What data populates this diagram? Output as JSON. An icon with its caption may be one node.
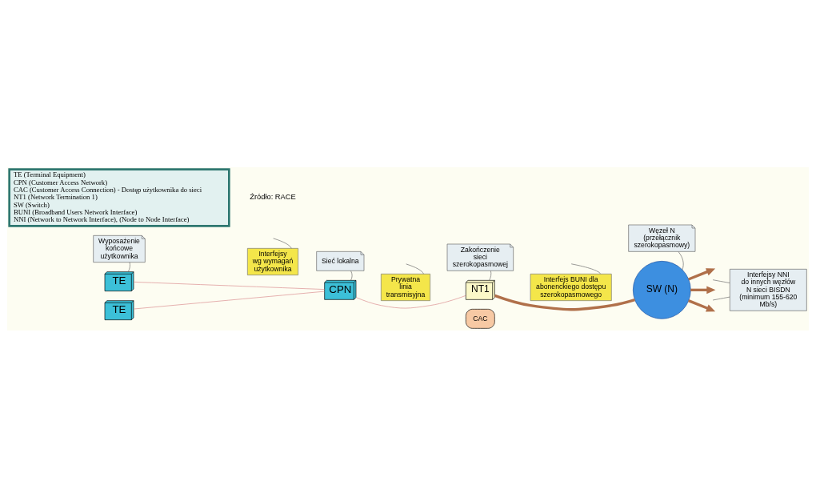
{
  "diagram": {
    "nodes": [
      {
        "text": [
          "Wyposażenie końcowe użytkownika"
        ]
      },
      {
        "text": [
          "Sieć lokalna"
        ]
      },
      {
        "text": [
          "Zakończenie sieci szerokopasmowej"
        ]
      },
      {
        "text": [
          "Węzeł N (przełącznik szerokopasmowy)"
        ]
      },
      {
        "text": [
          "TE"
        ]
      },
      {
        "text": [
          "TE"
        ]
      },
      {
        "text": [
          "CPN"
        ]
      },
      {
        "text": [
          "NT1"
        ]
      },
      {
        "text": [
          "CAC"
        ]
      },
      {
        "text": [
          "SW (N)"
        ]
      },
      {
        "text": [
          "Interfejsy NNI do innych węzłów N sieci BISDN (minimum 155-620 Mb/s)"
        ]
      },
      {
        "text": [
          "Interfejsy wg wymagań użytkownika"
        ]
      },
      {
        "text": [
          "Prywatna linia transmisyjna"
        ]
      },
      {
        "text": [
          "Interfejs BUNI dla abonenckiego dostępu szerokopasmowego"
        ]
      },
      {
        "text": [
          "TE (Terminal Equipment)",
          "CPN (Customer Access Network)",
          "CAC (Customer Access Connection) - Dostęp użytkownika do sieci",
          "NT1 (Network Termination 1)",
          "SW (Switch)",
          "BUNI (Broadband Users Network Interface)",
          "NNI (Network to Network Interface), (Node to Node Interface)"
        ]
      }
    ],
    "edges": [
      {
        "from": 0,
        "to": 4,
        "arrow": "none"
      },
      {
        "from": 1,
        "to": 6,
        "arrow": "none"
      },
      {
        "from": 2,
        "to": 7,
        "arrow": "none"
      },
      {
        "from": 3,
        "to": 9,
        "arrow": "none"
      },
      {
        "from": 4,
        "to": 6,
        "arrow": "none",
        "color": "#d98a8c"
      },
      {
        "from": 5,
        "to": 6,
        "arrow": "none",
        "color": "#d98a8c"
      },
      {
        "from": 6,
        "to": 7,
        "arrow": "none",
        "color": "#d98a8c"
      },
      {
        "from": 7,
        "to": 9,
        "arrow": "none",
        "style": "thick",
        "color": "#b0704a"
      },
      {
        "from": 9,
        "to": null,
        "arrow": "to",
        "style": "thick",
        "color": "#b0704a"
      },
      {
        "from": 9,
        "to": null,
        "arrow": "to",
        "style": "thick",
        "color": "#b0704a"
      },
      {
        "from": 9,
        "to": null,
        "arrow": "to",
        "style": "thick",
        "color": "#b0704a"
      },
      {
        "from": 10,
        "to": null,
        "arrow": "none"
      },
      {
        "from": 10,
        "to": null,
        "arrow": "none"
      },
      {
        "from": 11,
        "to": null,
        "arrow": "none"
      },
      {
        "from": 12,
        "to": null,
        "arrow": "none"
      },
      {
        "from": 13,
        "to": null,
        "arrow": "none"
      }
    ],
    "labels": [
      "Źródło: RACE"
    ]
  }
}
